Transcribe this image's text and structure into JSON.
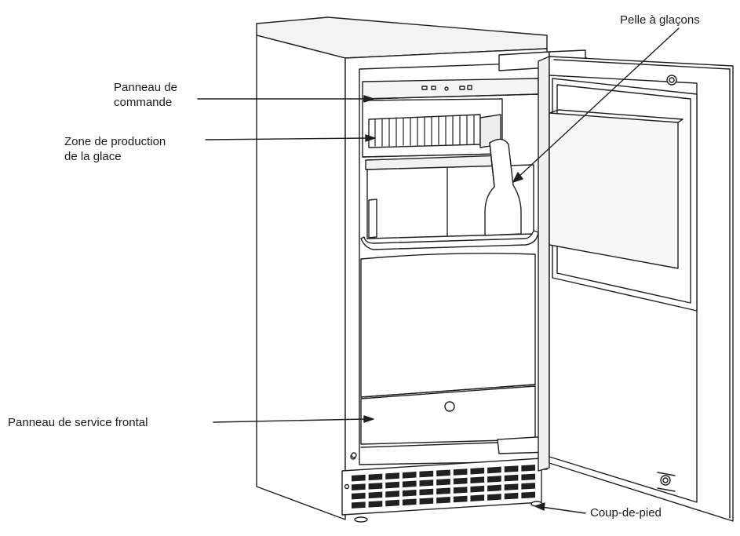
{
  "labels": {
    "control_panel": [
      "Panneau de",
      "commande"
    ],
    "ice_zone": [
      "Zone de production",
      "de la glace"
    ],
    "ice_scoop": "Pelle à glaçons",
    "front_service_panel": "Panneau de service frontal",
    "kick_plate": "Coup-de-pied"
  },
  "colors": {
    "line": "#1f1f1f",
    "fill": "#ffffff",
    "shade": "#e6e6e6",
    "grille": "#202020"
  }
}
